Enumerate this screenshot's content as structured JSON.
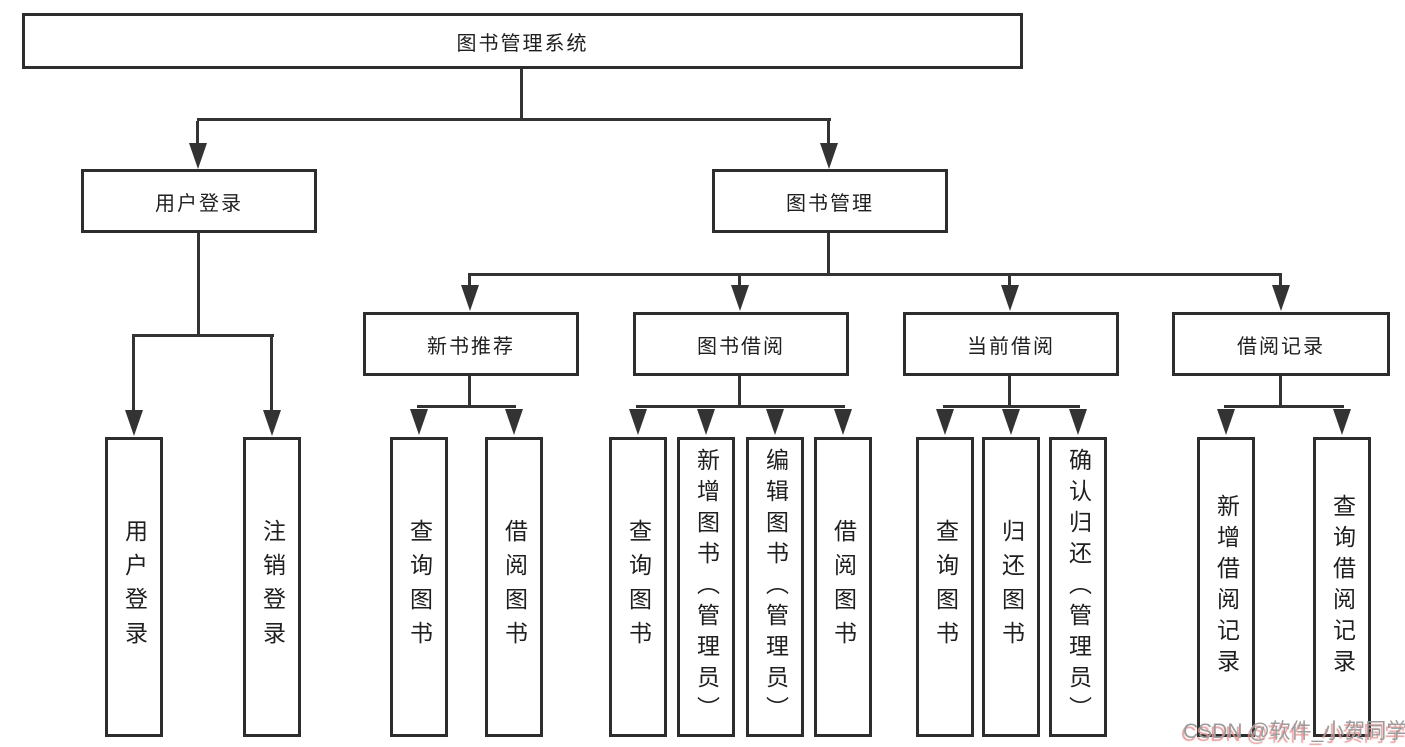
{
  "diagram": {
    "root": {
      "label": "图书管理系统"
    },
    "level2": [
      {
        "label": "用户登录",
        "parent": "图书管理系统"
      },
      {
        "label": "图书管理",
        "parent": "图书管理系统"
      }
    ],
    "level3": [
      {
        "label": "新书推荐",
        "parent": "图书管理"
      },
      {
        "label": "图书借阅",
        "parent": "图书管理"
      },
      {
        "label": "当前借阅",
        "parent": "图书管理"
      },
      {
        "label": "借阅记录",
        "parent": "图书管理"
      }
    ],
    "leaves": [
      {
        "label": "用户登录",
        "parent": "用户登录"
      },
      {
        "label": "注销登录",
        "parent": "用户登录"
      },
      {
        "label": "查询图书",
        "parent": "新书推荐"
      },
      {
        "label": "借阅图书",
        "parent": "新书推荐"
      },
      {
        "label": "查询图书",
        "parent": "图书借阅"
      },
      {
        "label": "新增图书（管理员）",
        "parent": "图书借阅"
      },
      {
        "label": "编辑图书（管理员）",
        "parent": "图书借阅"
      },
      {
        "label": "借阅图书",
        "parent": "图书借阅"
      },
      {
        "label": "查询图书",
        "parent": "当前借阅"
      },
      {
        "label": "归还图书",
        "parent": "当前借阅"
      },
      {
        "label": "确认归还（管理员）",
        "parent": "当前借阅"
      },
      {
        "label": "新增借阅记录",
        "parent": "借阅记录"
      },
      {
        "label": "查询借阅记录",
        "parent": "借阅记录"
      }
    ],
    "watermark": "CSDN @软件_小贺同学",
    "colors": {
      "background": "#ffffff",
      "line": "#333333",
      "box_border": "#2d2d2d",
      "text": "#1f1f1f",
      "watermark_text": "#9c9c9c",
      "watermark_shadow": "#e79999"
    }
  }
}
